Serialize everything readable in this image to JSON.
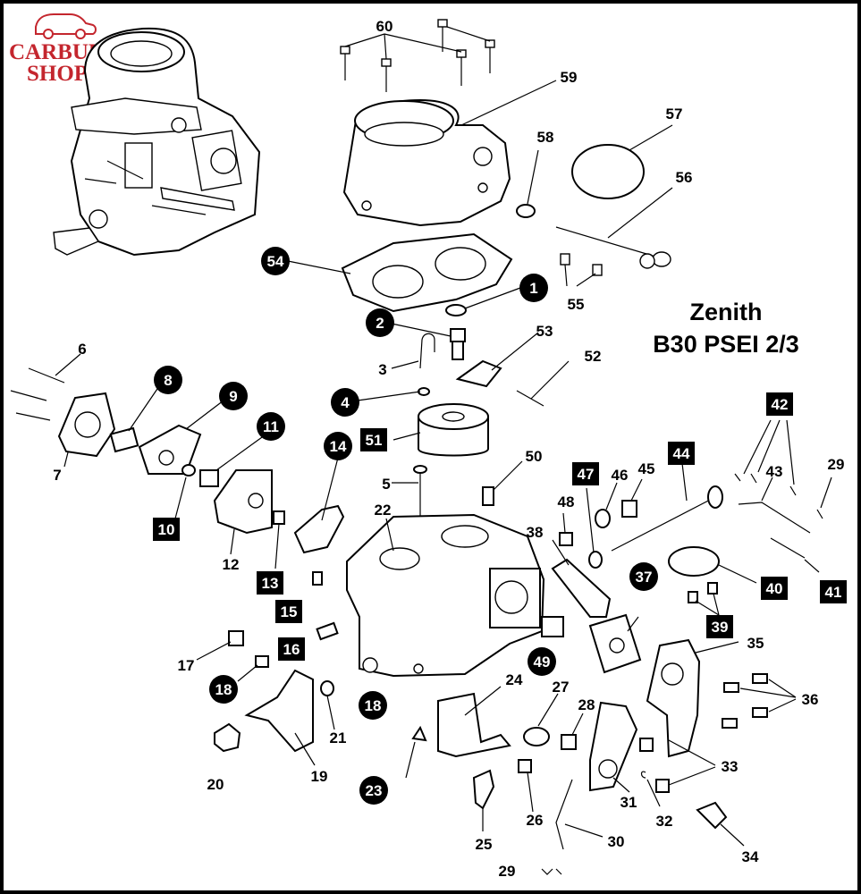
{
  "brand": {
    "line1": "CARBURETTOR",
    "line2": "SHOP",
    "color": "#c4262e"
  },
  "title": {
    "line1": "Zenith",
    "line2": "B30 PSEI 2/3"
  },
  "callouts": [
    {
      "id": "c1",
      "text": "1",
      "style": "circle"
    },
    {
      "id": "c2",
      "text": "2",
      "style": "circle"
    },
    {
      "id": "c3",
      "text": "3",
      "style": "plain"
    },
    {
      "id": "c4",
      "text": "4",
      "style": "circle"
    },
    {
      "id": "c5",
      "text": "5",
      "style": "plain"
    },
    {
      "id": "c6",
      "text": "6",
      "style": "plain"
    },
    {
      "id": "c7",
      "text": "7",
      "style": "plain"
    },
    {
      "id": "c8",
      "text": "8",
      "style": "circle"
    },
    {
      "id": "c9",
      "text": "9",
      "style": "circle"
    },
    {
      "id": "c10",
      "text": "10",
      "style": "square"
    },
    {
      "id": "c11",
      "text": "11",
      "style": "circle"
    },
    {
      "id": "c12",
      "text": "12",
      "style": "plain"
    },
    {
      "id": "c13",
      "text": "13",
      "style": "square"
    },
    {
      "id": "c14",
      "text": "14",
      "style": "circle"
    },
    {
      "id": "c15",
      "text": "15",
      "style": "square"
    },
    {
      "id": "c16",
      "text": "16",
      "style": "square"
    },
    {
      "id": "c17",
      "text": "17",
      "style": "plain"
    },
    {
      "id": "c18a",
      "text": "18",
      "style": "circle"
    },
    {
      "id": "c18b",
      "text": "18",
      "style": "circle"
    },
    {
      "id": "c19",
      "text": "19",
      "style": "plain"
    },
    {
      "id": "c20",
      "text": "20",
      "style": "plain"
    },
    {
      "id": "c21",
      "text": "21",
      "style": "plain"
    },
    {
      "id": "c22",
      "text": "22",
      "style": "plain"
    },
    {
      "id": "c23",
      "text": "23",
      "style": "circle"
    },
    {
      "id": "c24",
      "text": "24",
      "style": "plain"
    },
    {
      "id": "c25",
      "text": "25",
      "style": "plain"
    },
    {
      "id": "c26",
      "text": "26",
      "style": "plain"
    },
    {
      "id": "c27",
      "text": "27",
      "style": "plain"
    },
    {
      "id": "c28",
      "text": "28",
      "style": "plain"
    },
    {
      "id": "c29a",
      "text": "29",
      "style": "plain"
    },
    {
      "id": "c29b",
      "text": "29",
      "style": "plain"
    },
    {
      "id": "c30",
      "text": "30",
      "style": "plain"
    },
    {
      "id": "c31",
      "text": "31",
      "style": "plain"
    },
    {
      "id": "c32",
      "text": "32",
      "style": "plain"
    },
    {
      "id": "c33",
      "text": "33",
      "style": "plain"
    },
    {
      "id": "c34",
      "text": "34",
      "style": "plain"
    },
    {
      "id": "c35",
      "text": "35",
      "style": "plain"
    },
    {
      "id": "c36",
      "text": "36",
      "style": "plain"
    },
    {
      "id": "c37",
      "text": "37",
      "style": "circle"
    },
    {
      "id": "c38",
      "text": "38",
      "style": "plain"
    },
    {
      "id": "c39",
      "text": "39",
      "style": "square"
    },
    {
      "id": "c40",
      "text": "40",
      "style": "square"
    },
    {
      "id": "c41",
      "text": "41",
      "style": "square"
    },
    {
      "id": "c42",
      "text": "42",
      "style": "square"
    },
    {
      "id": "c43",
      "text": "43",
      "style": "plain"
    },
    {
      "id": "c44",
      "text": "44",
      "style": "square"
    },
    {
      "id": "c45",
      "text": "45",
      "style": "plain"
    },
    {
      "id": "c46",
      "text": "46",
      "style": "plain"
    },
    {
      "id": "c47",
      "text": "47",
      "style": "square"
    },
    {
      "id": "c48",
      "text": "48",
      "style": "plain"
    },
    {
      "id": "c49",
      "text": "49",
      "style": "circle"
    },
    {
      "id": "c50",
      "text": "50",
      "style": "plain"
    },
    {
      "id": "c51",
      "text": "51",
      "style": "square"
    },
    {
      "id": "c52",
      "text": "52",
      "style": "plain"
    },
    {
      "id": "c53",
      "text": "53",
      "style": "plain"
    },
    {
      "id": "c54",
      "text": "54",
      "style": "circle"
    },
    {
      "id": "c55",
      "text": "55",
      "style": "plain"
    },
    {
      "id": "c56",
      "text": "56",
      "style": "plain"
    },
    {
      "id": "c57",
      "text": "57",
      "style": "plain"
    },
    {
      "id": "c58",
      "text": "58",
      "style": "plain"
    },
    {
      "id": "c59",
      "text": "59",
      "style": "plain"
    },
    {
      "id": "c60",
      "text": "60",
      "style": "plain"
    }
  ]
}
